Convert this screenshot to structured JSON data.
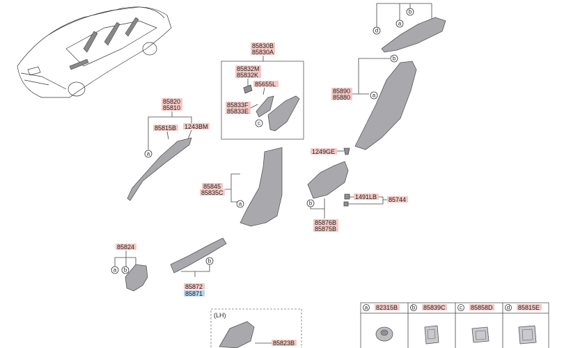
{
  "part_numbers": {
    "p85830B": "85830B",
    "p85830A": "85830A",
    "p85832M": "85832M",
    "p85832K": "85832K",
    "p85655L": "85655L",
    "p85833F": "85833F",
    "p85833E": "85833E",
    "p85820": "85820",
    "p85810": "85810",
    "p85815B": "85815B",
    "p1243BM": "1243BM",
    "p85890": "85890",
    "p85880": "85880",
    "p1249GE": "1249GE",
    "p85845": "85845",
    "p85835C": "85835C",
    "p1491LB": "1491LB",
    "p85744": "85744",
    "p85876B": "85876B",
    "p85875B": "85875B",
    "p85824": "85824",
    "p85872": "85872",
    "p85871": "85871",
    "p85823B": "85823B"
  },
  "callouts": {
    "a": "a",
    "b": "b",
    "c": "c",
    "d": "d"
  },
  "side_label": "(LH)",
  "legend": [
    {
      "letter": "a",
      "part": "82315B"
    },
    {
      "letter": "b",
      "part": "85839C"
    },
    {
      "letter": "c",
      "part": "85858D"
    },
    {
      "letter": "d",
      "part": "85815E"
    }
  ],
  "colors": {
    "pn_highlight": "#f5c9c4",
    "pn_highlight_blue": "#b8d4ee",
    "part_fill": "#a9a9ad"
  }
}
